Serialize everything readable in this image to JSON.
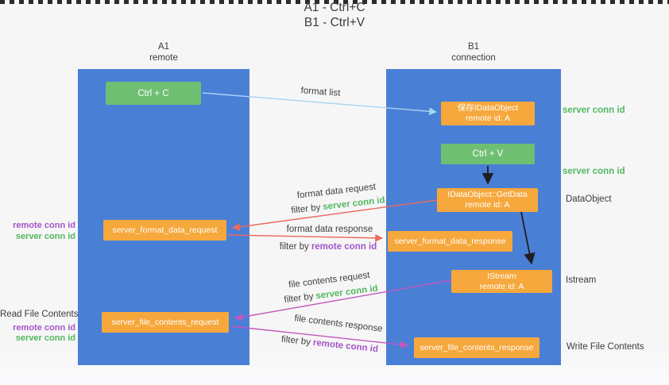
{
  "title": {
    "line1": "A1 - Ctrl+C",
    "line2": "B1 - Ctrl+V"
  },
  "columns": {
    "a1": {
      "name": "A1",
      "subtitle": "remote"
    },
    "b1": {
      "name": "B1",
      "subtitle": "connection"
    }
  },
  "boxes": {
    "ctrl_c": "Ctrl + C",
    "ctrl_v": "Ctrl + V",
    "save_dataobject": {
      "line1": "保存IDataObject",
      "line2": "remote id: A"
    },
    "getdata": {
      "line1": "IDataObject::GetData",
      "line2": "remote id: A"
    },
    "istream": {
      "line1": "IStream",
      "line2": "remote id: A"
    },
    "format_request": "server_format_data_request",
    "format_response": "server_format_data_response",
    "file_request": "server_file_contents_request",
    "file_response": "server_file_contents_response"
  },
  "arrow_labels": {
    "format_list": "format list",
    "format_data_request": "format data request",
    "format_data_response": "format data response",
    "file_contents_request": "file contents request",
    "file_contents_response": "file contents response",
    "filter_by": "filter by"
  },
  "ids": {
    "server_conn_id": "server conn id",
    "remote_conn_id": "remote conn id"
  },
  "side_labels": {
    "dataobject": "DataObject",
    "istream": "Istream",
    "read_file_contents": "Read File Contents",
    "write_file_contents": "Write File Contents"
  },
  "colors": {
    "column_blue": "#4a7fd6",
    "box_green": "#6fbf73",
    "box_orange": "#f6a83c",
    "green_text": "#53b75f",
    "purple_text": "#a455c8",
    "red_arrow": "#ec6a5e",
    "magenta_arrow": "#c257be",
    "lightblue_arrow": "#a9d4f0",
    "black_arrow": "#1f1f1f"
  }
}
